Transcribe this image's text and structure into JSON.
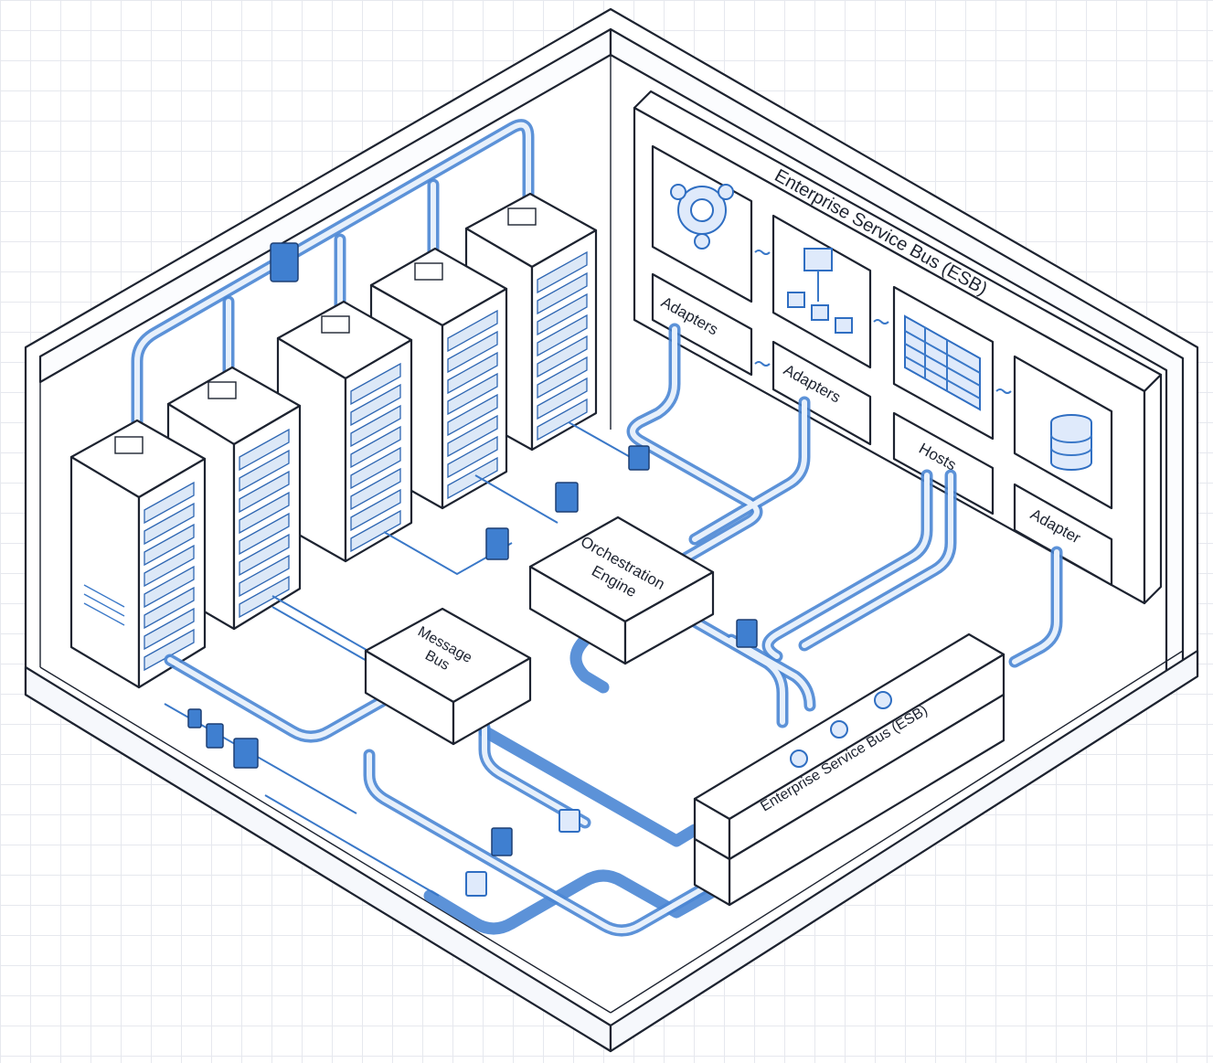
{
  "labels": {
    "esb_panel_title": "Enterprise Service Bus (ESB)",
    "adapters_1": "Adapters",
    "adapters_2": "Adapters",
    "hosts": "Hosts",
    "adapter": "Adapter",
    "orchestration_engine_line1": "Orchestration",
    "orchestration_engine_line2": "Engine",
    "message_bus_line1": "Message",
    "message_bus_line2": "Bus",
    "esb_floor_title": "Enterprise Service Bus (ESB)"
  },
  "colors": {
    "pipe": "#4a86d4",
    "ink": "#1d2330",
    "grid": "#e6e8ee"
  },
  "icons": {
    "panel_1": "gear-cluster-icon",
    "panel_2": "hierarchy-icon",
    "panel_3": "spreadsheet-icon",
    "panel_4": "database-icon",
    "floor_bus": "gear-icon"
  }
}
